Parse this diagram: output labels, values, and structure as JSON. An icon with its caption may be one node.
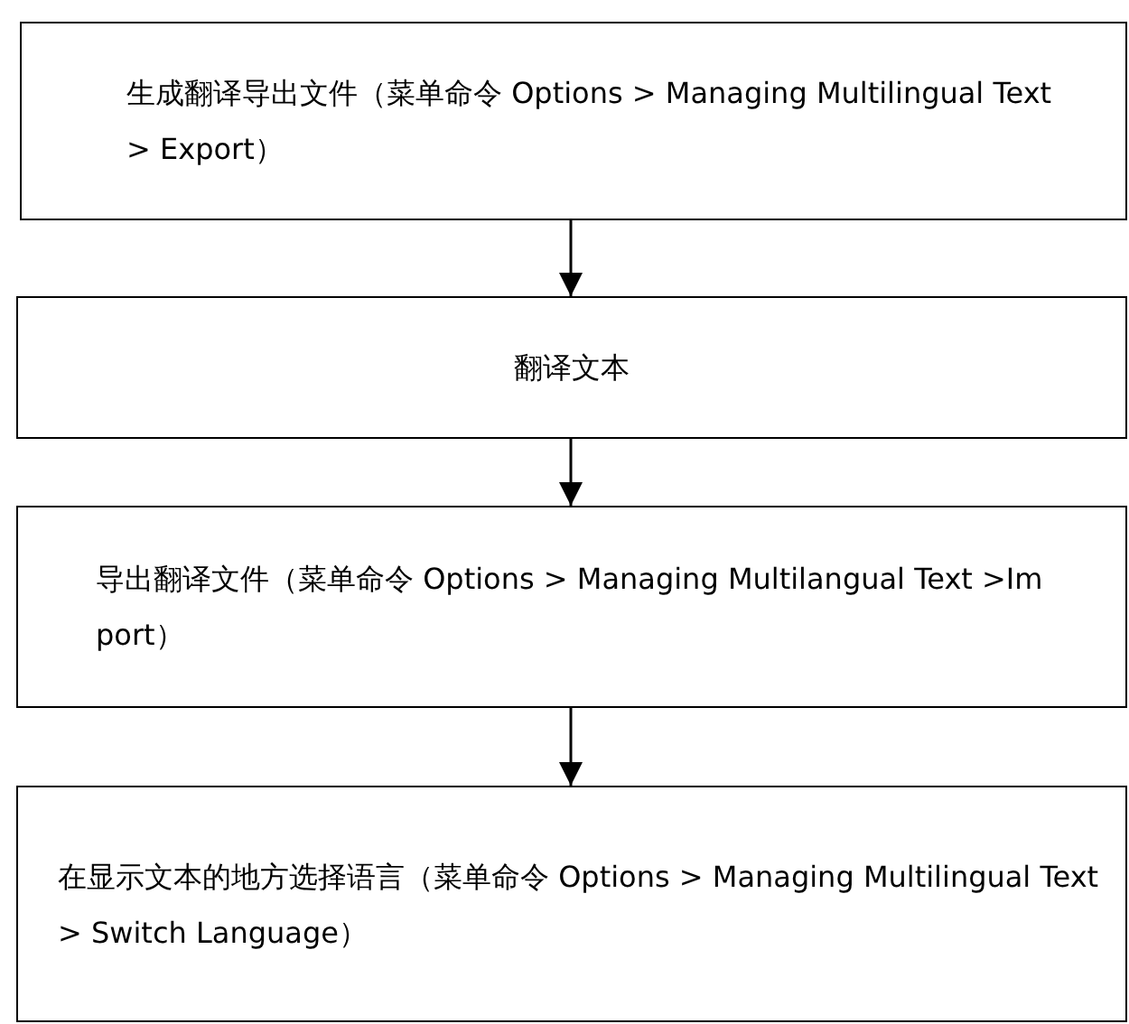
{
  "diagram": {
    "nodes": [
      {
        "text": [
          "生成翻译导出文件（菜单命令 Options > Managing Multilingual Text > Export）"
        ]
      },
      {
        "text": [
          "翻译文本"
        ]
      },
      {
        "text": [
          "导出翻译文件（菜单命令 Options > Managing Multilangual Text >Import）"
        ]
      },
      {
        "text": [
          "在显示文本的地方选择语言（菜单命令 Options > Managing Multilingual Text > Switch Language）"
        ]
      }
    ],
    "edges": [
      {
        "from": 0,
        "to": 1,
        "arrow": "to"
      },
      {
        "from": 1,
        "to": 2,
        "arrow": "to"
      },
      {
        "from": 2,
        "to": 3,
        "arrow": "to"
      }
    ]
  }
}
